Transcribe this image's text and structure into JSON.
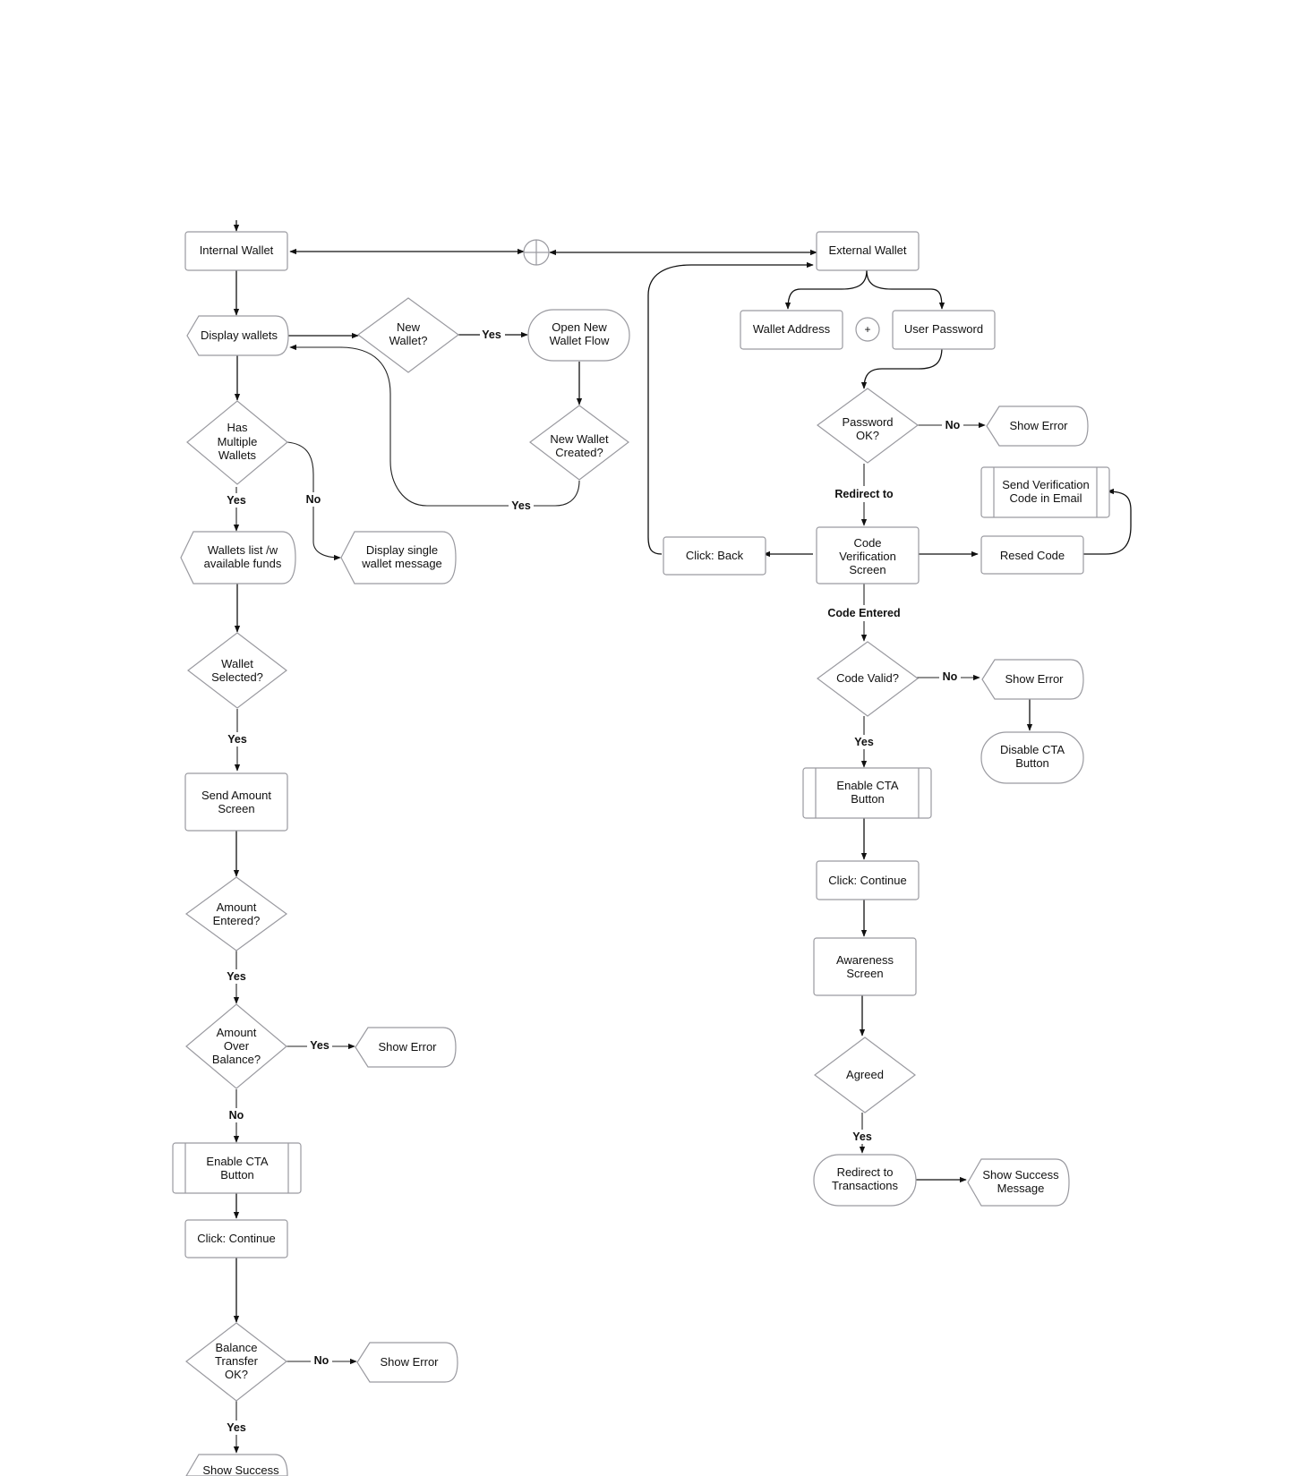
{
  "nodes": {
    "internal_wallet": "Internal Wallet",
    "display_wallets": "Display wallets",
    "new_wallet": [
      "New",
      "Wallet?"
    ],
    "open_new_wallet_flow": [
      "Open New",
      "Wallet Flow"
    ],
    "new_wallet_created": [
      "New Wallet",
      "Created?"
    ],
    "has_multiple_wallets": [
      "Has",
      "Multiple",
      "Wallets"
    ],
    "wallets_list": [
      "Wallets list /w",
      "available funds"
    ],
    "display_single": [
      "Display single",
      "wallet message"
    ],
    "wallet_selected": [
      "Wallet",
      "Selected?"
    ],
    "send_amount_screen": [
      "Send Amount",
      "Screen"
    ],
    "amount_entered": [
      "Amount",
      "Entered?"
    ],
    "amount_over_balance": [
      "Amount",
      "Over",
      "Balance?"
    ],
    "show_error_amount": "Show Error",
    "enable_cta_left": [
      "Enable CTA",
      "Button"
    ],
    "click_continue_left": "Click: Continue",
    "balance_transfer_ok": [
      "Balance",
      "Transfer",
      "OK?"
    ],
    "show_error_balance": "Show Error",
    "show_success_left": "Show Success",
    "external_wallet": "External Wallet",
    "wallet_address": "Wallet Address",
    "plus_symbol": "+",
    "user_password": "User Password",
    "password_ok": [
      "Password",
      "OK?"
    ],
    "show_error_password": "Show Error",
    "send_verification": [
      "Send Verification",
      "Code in Email"
    ],
    "click_back": "Click: Back",
    "code_verification_screen": [
      "Code",
      "Verification",
      "Screen"
    ],
    "resend_code": "Resed Code",
    "code_valid": "Code Valid?",
    "show_error_code": "Show Error",
    "disable_cta": [
      "Disable CTA",
      "Button"
    ],
    "enable_cta_right": [
      "Enable CTA",
      "Button"
    ],
    "click_continue_right": "Click: Continue",
    "awareness_screen": [
      "Awareness",
      "Screen"
    ],
    "agreed": "Agreed",
    "redirect_transactions": [
      "Redirect to",
      "Transactions"
    ],
    "show_success_right": [
      "Show Success",
      "Message"
    ]
  },
  "edge_labels": {
    "yes": "Yes",
    "no": "No",
    "redirect_to": "Redirect to",
    "code_entered": "Code Entered"
  }
}
